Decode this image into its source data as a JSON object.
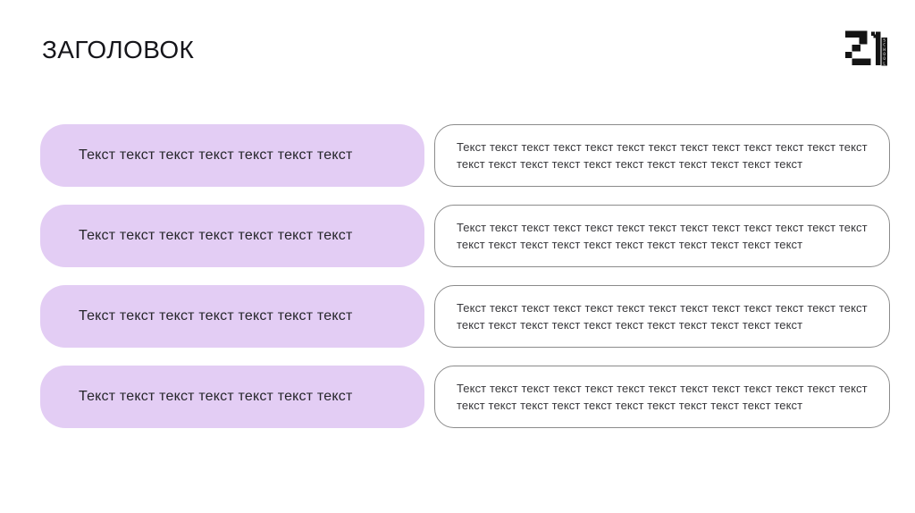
{
  "page": {
    "title": "ЗАГОЛОВОК",
    "background_color": "#ffffff"
  },
  "logo": {
    "name": "school-21-logo",
    "number": "21",
    "vertical_text": "SCHOOL",
    "letters": [
      "S",
      "C",
      "H",
      "O",
      "O",
      "L"
    ],
    "color": "#141414"
  },
  "colors": {
    "accent_card_background": "#e3cdf4",
    "outline_card_border": "#8b8b8b",
    "title_text": "#15151a",
    "body_text": "#37373b"
  },
  "rows": [
    {
      "left_text": "Текст текст текст текст текст текст текст",
      "right_lines": {
        "0": "Текст текст текст текст текст текст текст текст текст текст текст текст текст",
        "1": "текст текст текст текст текст текст текст текст текст текст текст"
      }
    },
    {
      "left_text": "Текст текст текст текст текст текст текст",
      "right_lines": {
        "0": "Текст текст текст текст текст текст текст текст текст текст текст текст текст",
        "1": "текст текст текст текст текст текст текст текст текст текст текст"
      }
    },
    {
      "left_text": "Текст текст текст текст текст текст текст",
      "right_lines": {
        "0": "Текст текст текст текст текст текст текст текст текст текст текст текст текст",
        "1": "текст текст текст текст текст текст текст текст текст текст текст"
      }
    },
    {
      "left_text": "Текст текст текст текст текст текст текст",
      "right_lines": {
        "0": "Текст текст текст текст текст текст текст текст текст текст текст текст текст",
        "1": "текст текст текст текст текст текст текст текст текст текст текст"
      }
    }
  ]
}
